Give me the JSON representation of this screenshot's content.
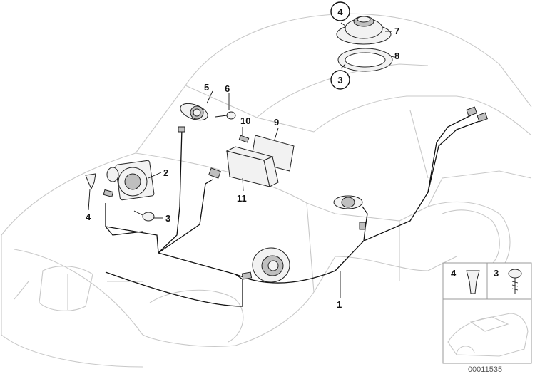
{
  "callouts": {
    "c1": "1",
    "c2": "2",
    "c3_left": "3",
    "c3_top": "3",
    "c4_left": "4",
    "c4_top": "4",
    "c5": "5",
    "c6": "6",
    "c7": "7",
    "c8": "8",
    "c9": "9",
    "c10": "10",
    "c11": "11"
  },
  "inset": {
    "label_4": "4",
    "label_3": "3"
  },
  "document_number": "00011535"
}
